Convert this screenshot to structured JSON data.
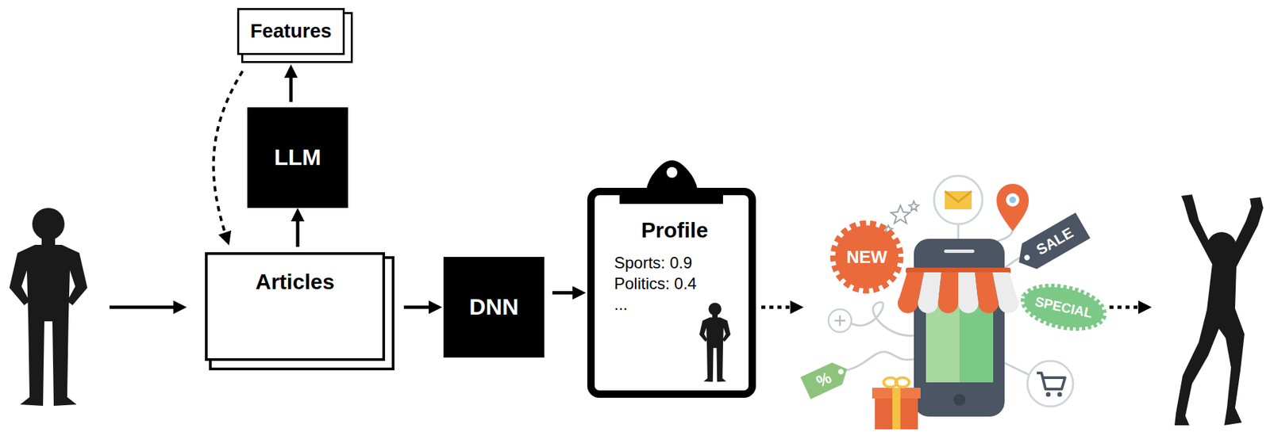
{
  "diagram": {
    "nodes": [
      {
        "text": [
          "Features"
        ]
      },
      {
        "text": [
          "LLM"
        ]
      },
      {
        "text": [
          "Articles"
        ]
      },
      {
        "text": [
          "DNN"
        ]
      },
      {
        "text": [
          "Profile",
          "Sports: 0.9",
          "Politics: 0.4",
          "..."
        ]
      }
    ],
    "edges": [
      {
        "from": 2,
        "to": 1,
        "arrow": "to"
      },
      {
        "from": 1,
        "to": 0,
        "arrow": "to"
      },
      {
        "from": 0,
        "to": 2,
        "arrow": "to"
      },
      {
        "from": 2,
        "to": 3,
        "arrow": "to"
      },
      {
        "from": 3,
        "to": 4,
        "arrow": "to"
      }
    ],
    "labels": [
      "NEW",
      "SALE",
      "SPECIAL",
      "%"
    ]
  }
}
